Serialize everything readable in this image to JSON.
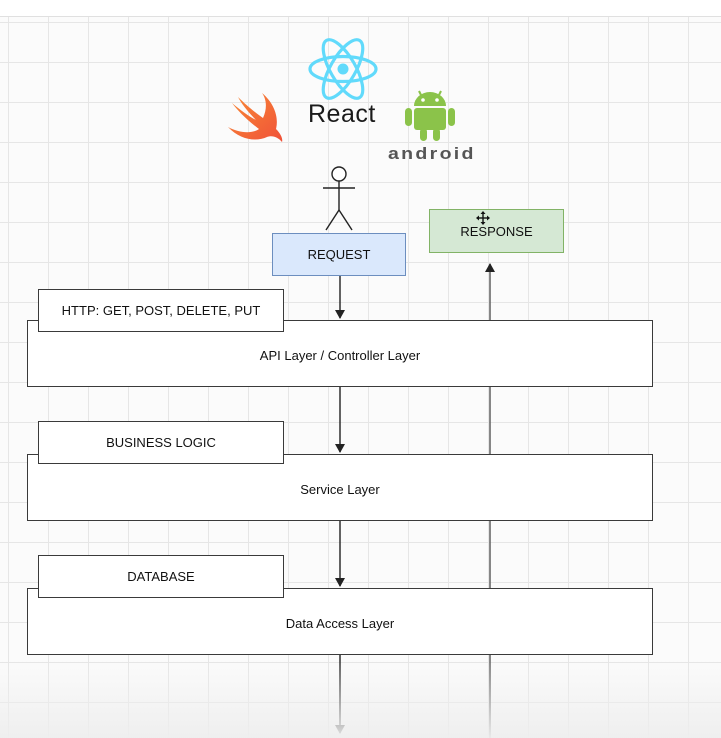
{
  "logos": {
    "swift_icon": "swift-bird-icon",
    "react_icon": "react-atom-icon",
    "react_label": "React",
    "android_icon": "android-robot-icon",
    "android_label": "android"
  },
  "actor_icon": "stick-figure-user-icon",
  "request_label": "REQUEST",
  "response_label": "RESPONSE",
  "layers": [
    {
      "tag": "HTTP: GET, POST, DELETE, PUT",
      "label": "API Layer / Controller Layer"
    },
    {
      "tag": "BUSINESS LOGIC",
      "label": "Service Layer"
    },
    {
      "tag": "DATABASE",
      "label": "Data Access Layer"
    }
  ],
  "colors": {
    "request_fill": "#dae8fc",
    "request_stroke": "#6c8ebf",
    "response_fill": "#d5e8d4",
    "response_stroke": "#82b366",
    "react_blue": "#61dafb",
    "android_green": "#8bc34a",
    "swift_orange": "#f05138"
  }
}
